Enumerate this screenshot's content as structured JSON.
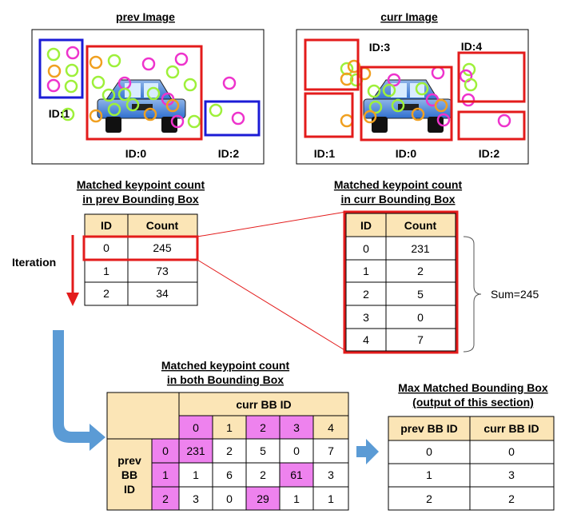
{
  "prev_image": {
    "title": "prev Image",
    "labels": {
      "id0": "ID:0",
      "id1": "ID:1",
      "id2": "ID:2"
    }
  },
  "curr_image": {
    "title": "curr Image",
    "labels": {
      "id0": "ID:0",
      "id1": "ID:1",
      "id2": "ID:2",
      "id3": "ID:3",
      "id4": "ID:4"
    }
  },
  "prev_table": {
    "title_line1": "Matched keypoint count",
    "title_line2": "in prev Bounding Box",
    "headers": [
      "ID",
      "Count"
    ],
    "rows": [
      [
        "0",
        "245"
      ],
      [
        "1",
        "73"
      ],
      [
        "2",
        "34"
      ]
    ]
  },
  "curr_table": {
    "title_line1": "Matched keypoint count",
    "title_line2": "in curr Bounding Box",
    "headers": [
      "ID",
      "Count"
    ],
    "rows": [
      [
        "0",
        "231"
      ],
      [
        "1",
        "2"
      ],
      [
        "2",
        "5"
      ],
      [
        "3",
        "0"
      ],
      [
        "4",
        "7"
      ]
    ]
  },
  "iteration_label": "Iteration",
  "sum_label": "Sum=245",
  "both_table": {
    "title_line1": "Matched keypoint count",
    "title_line2": "in both Bounding Box",
    "col_header": "curr BB ID",
    "row_header_line1": "prev",
    "row_header_line2": "BB",
    "row_header_line3": "ID",
    "col_ids": [
      "0",
      "1",
      "2",
      "3",
      "4"
    ],
    "row_ids": [
      "0",
      "1",
      "2"
    ],
    "values": [
      [
        "231",
        "2",
        "5",
        "0",
        "7"
      ],
      [
        "1",
        "6",
        "2",
        "61",
        "3"
      ],
      [
        "3",
        "0",
        "29",
        "1",
        "1"
      ]
    ],
    "highlight_color": "#ee82ee"
  },
  "max_table": {
    "title_line1": "Max Matched Bounding Box",
    "title_line2": "(output of this section)",
    "headers": [
      "prev BB ID",
      "curr BB ID"
    ],
    "rows": [
      [
        "0",
        "0"
      ],
      [
        "1",
        "3"
      ],
      [
        "2",
        "2"
      ]
    ]
  },
  "colors": {
    "header_fill": "#fbe5b6",
    "highlight": "#ee82ee",
    "red": "#e31b1b",
    "blue": "#1b1bd6",
    "arrow_blue": "#5b9bd5"
  }
}
